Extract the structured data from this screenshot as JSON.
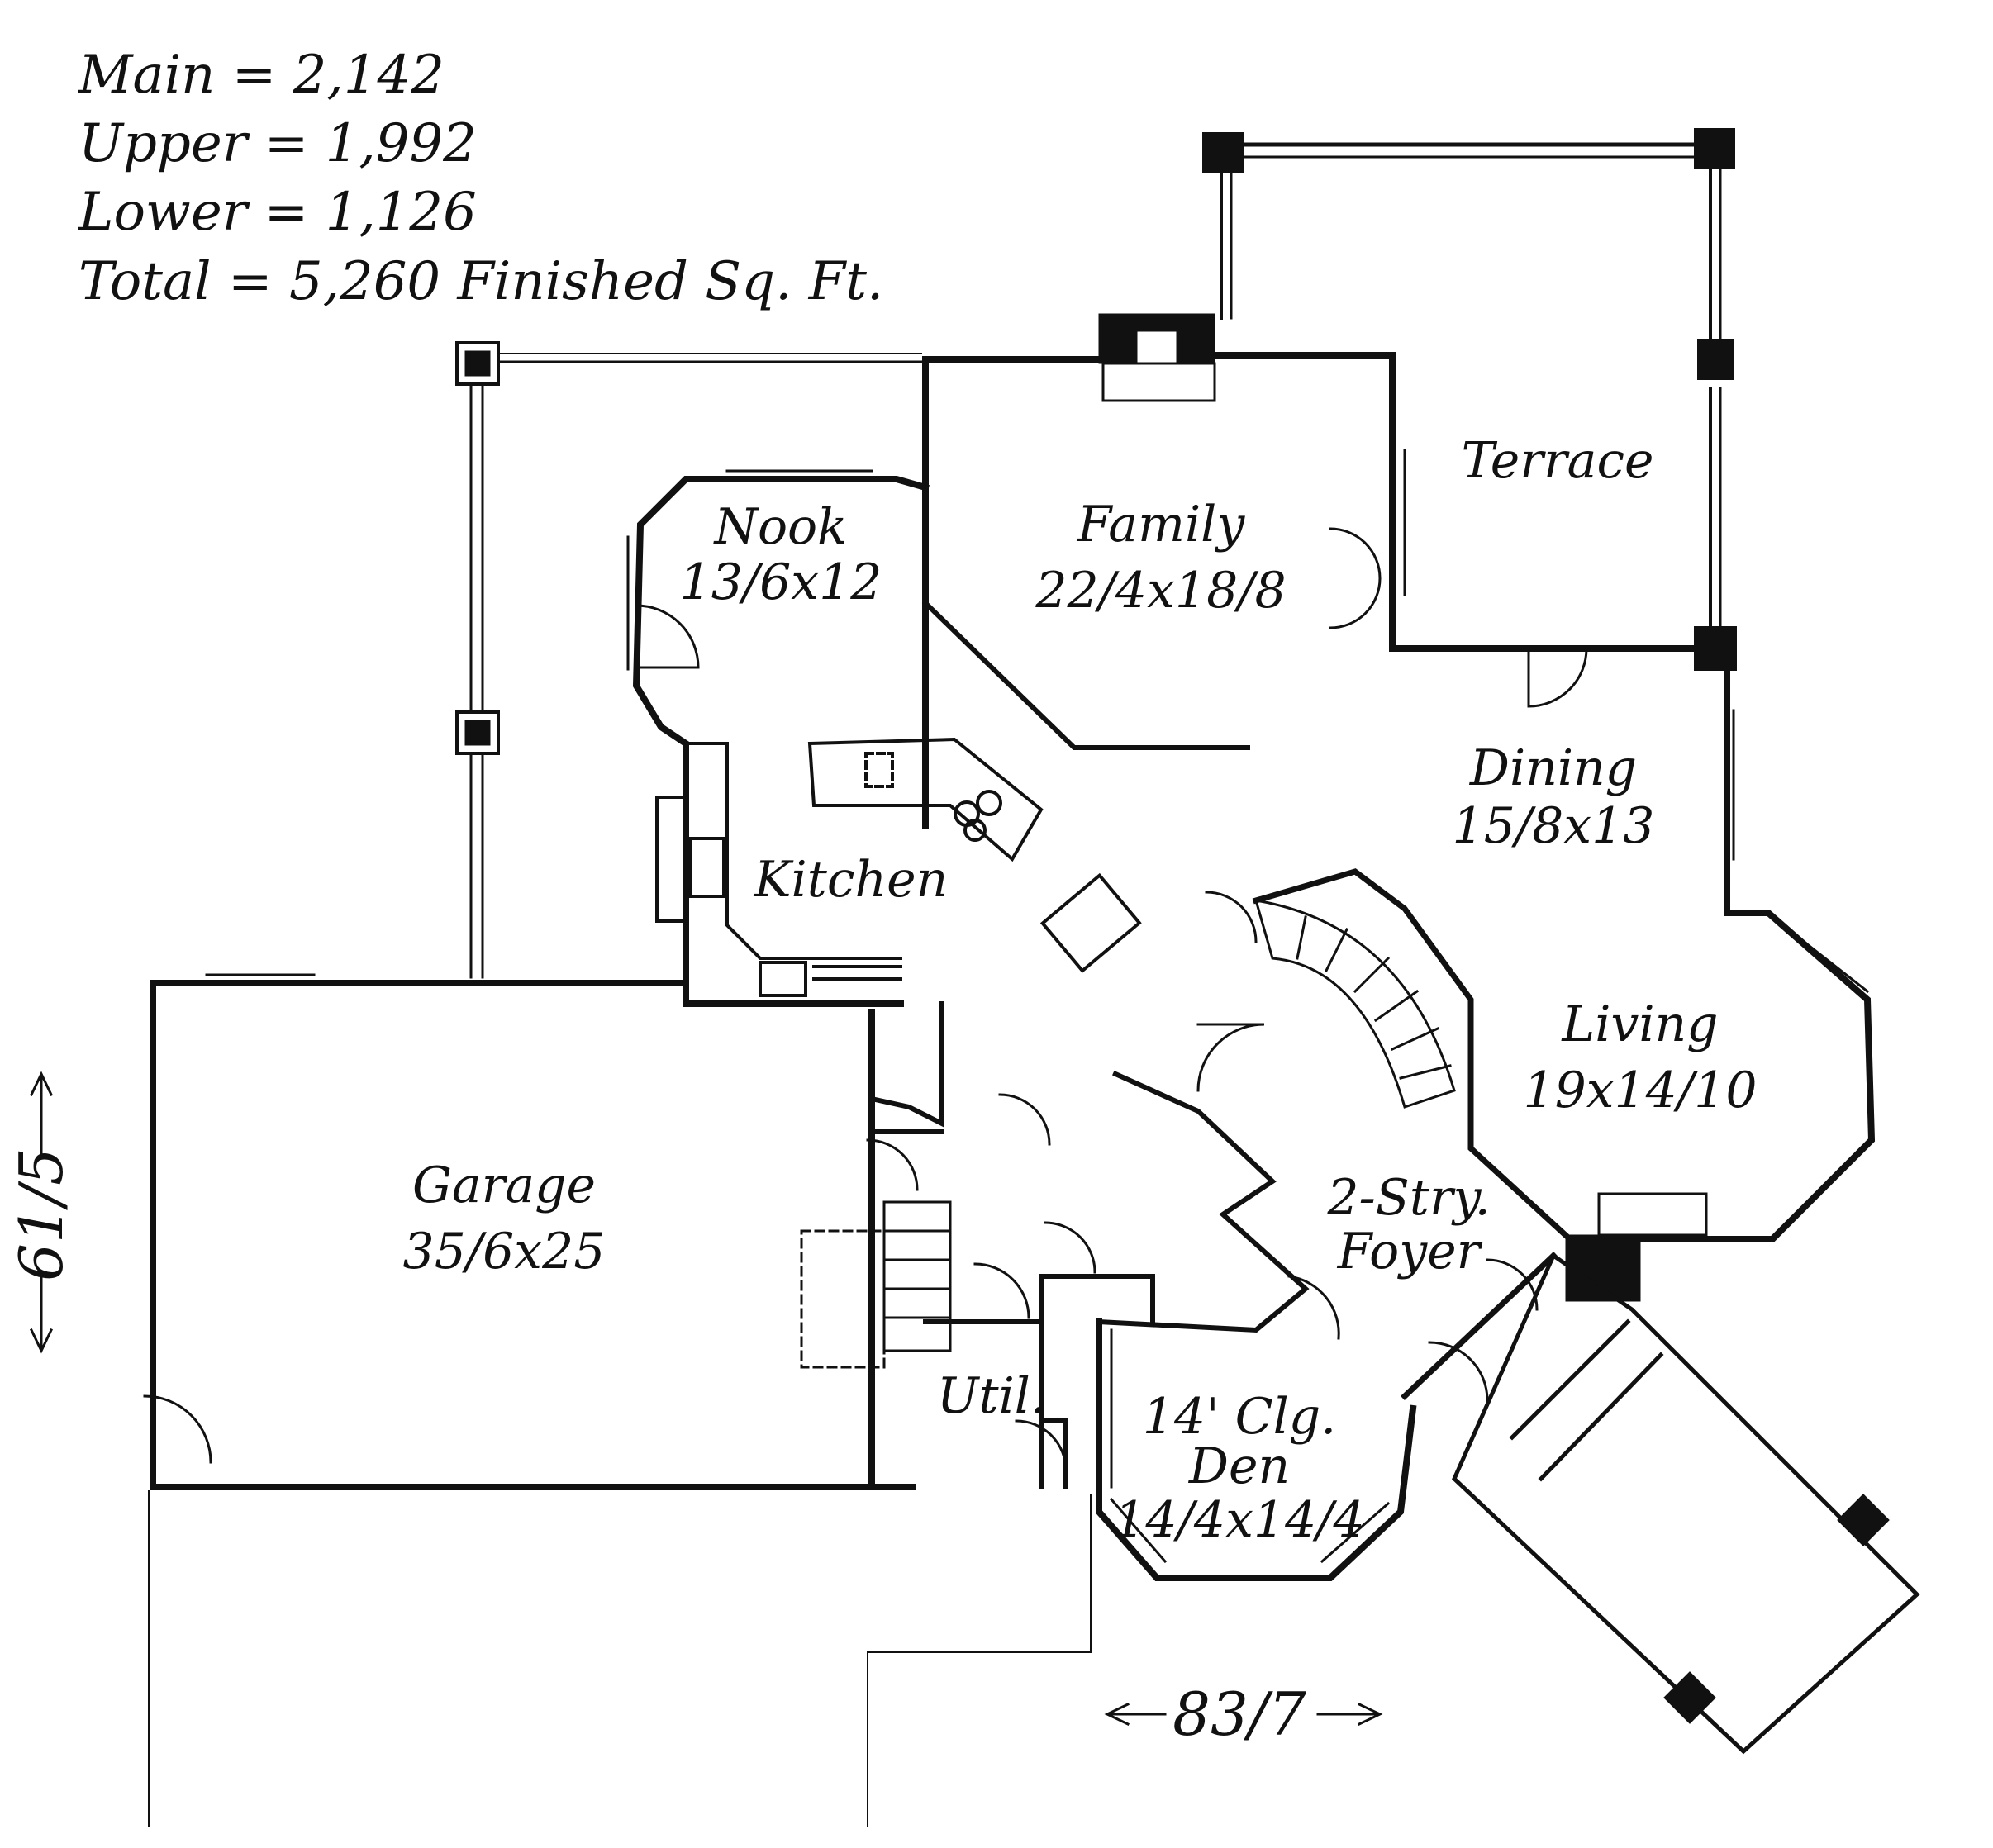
{
  "areas": {
    "main": "Main   = 2,142",
    "upper": "Upper = 1,992",
    "lower": "Lower = 1,126",
    "total": "Total   = 5,260 Finished Sq. Ft."
  },
  "rooms": {
    "terrace": {
      "name": "Terrace"
    },
    "nook": {
      "name": "Nook",
      "size": "13/6x12"
    },
    "family": {
      "name": "Family",
      "size": "22/4x18/8"
    },
    "dining": {
      "name": "Dining",
      "size": "15/8x13"
    },
    "kitchen": {
      "name": "Kitchen"
    },
    "living": {
      "name": "Living",
      "size": "19x14/10"
    },
    "garage": {
      "name": "Garage",
      "size": "35/6x25"
    },
    "foyer": {
      "name": "2-Stry.",
      "size": "Foyer"
    },
    "den": {
      "name": "14' Clg.",
      "sub": "Den",
      "size": "14/4x14/4"
    },
    "util": {
      "name": "Util."
    }
  },
  "dimensions": {
    "depth": "61/5",
    "width": "83/7"
  }
}
